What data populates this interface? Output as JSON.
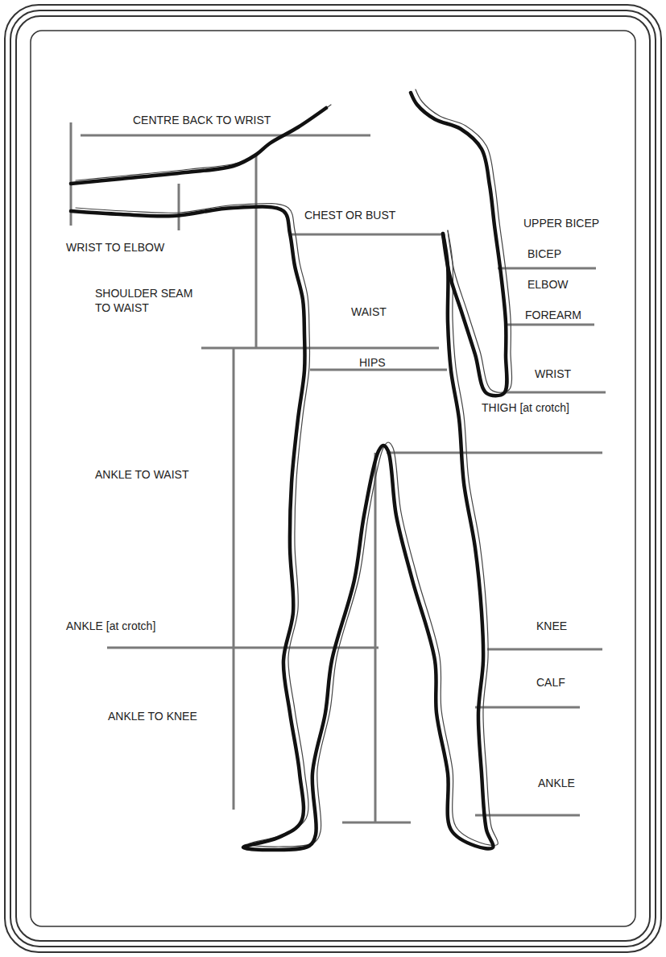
{
  "diagram": {
    "labels": [
      "CENTRE BACK TO WRIST",
      "WRIST TO ELBOW",
      "SHOULDER SEAM TO WAIST",
      "CHEST OR BUST",
      "UPPER BICEP",
      "BICEP",
      "ELBOW",
      "WAIST",
      "FOREARM",
      "HIPS",
      "WRIST",
      "THIGH [at crotch]",
      "ANKLE TO WAIST",
      "ANKLE [at crotch]",
      "KNEE",
      "CALF",
      "ANKLE TO KNEE",
      "ANKLE"
    ]
  }
}
